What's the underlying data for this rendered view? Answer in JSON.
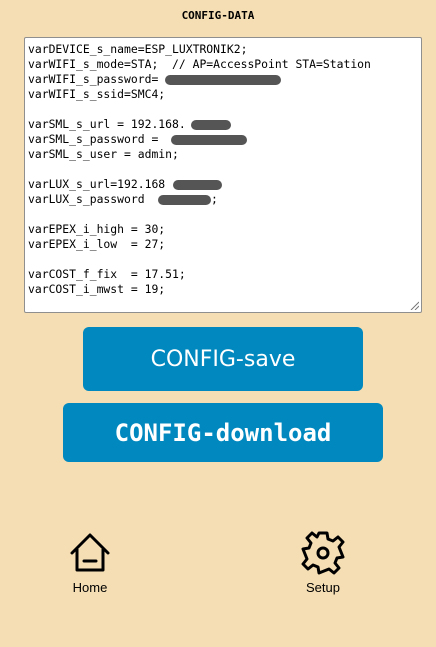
{
  "page": {
    "title": "CONFIG-DATA"
  },
  "config_editor": {
    "lines": [
      {
        "text": "varDEVICE_s_name=ESP_LUXTRONIK2;"
      },
      {
        "text": "varWIFI_s_mode=STA;  // AP=AccessPoint STA=Station"
      },
      {
        "text": "varWIFI_s_password=",
        "redacted": true
      },
      {
        "text": "varWIFI_s_ssid=SMC4;"
      },
      {
        "text": ""
      },
      {
        "text": "varSML_s_url = 192.168.",
        "redacted": true
      },
      {
        "text": "varSML_s_password = ",
        "redacted": true
      },
      {
        "text": "varSML_s_user = admin;"
      },
      {
        "text": ""
      },
      {
        "text": "varLUX_s_url=192.168",
        "redacted": true
      },
      {
        "text": "varLUX_s_password ",
        "redacted": true,
        "suffix": ";"
      },
      {
        "text": ""
      },
      {
        "text": "varEPEX_i_high = 30;"
      },
      {
        "text": "varEPEX_i_low  = 27;"
      },
      {
        "text": ""
      },
      {
        "text": "varCOST_f_fix  = 17.51;"
      },
      {
        "text": "varCOST_i_mwst = 19;"
      }
    ]
  },
  "buttons": {
    "save_label": "CONFIG-save",
    "download_label": "CONFIG-download"
  },
  "nav": {
    "home": {
      "label": "Home",
      "icon": "home-icon"
    },
    "setup": {
      "label": "Setup",
      "icon": "gear-icon"
    }
  },
  "colors": {
    "background": "#f5deb3",
    "button": "#0088bf",
    "button_text": "#ffffff"
  }
}
